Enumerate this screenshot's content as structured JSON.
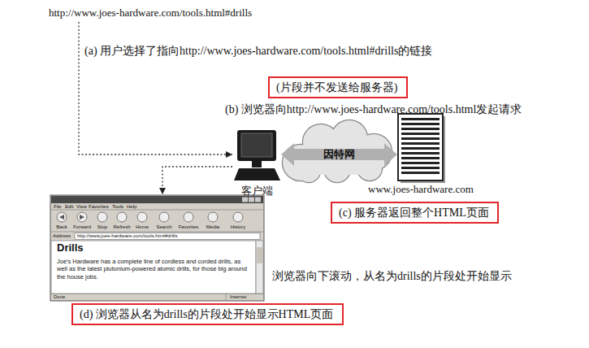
{
  "diagram": {
    "nodes": [
      {
        "text": [
          "(片段并不发送给服务器)"
        ]
      },
      {
        "text": [
          "客户端"
        ]
      },
      {
        "text": [
          "www.joes-hardware.com"
        ]
      },
      {
        "text": [
          "(c) 服务器返回整个HTML页面"
        ]
      },
      {
        "text": [
          "Drills",
          "Joe's Hardware has a complete line of cordless and corded drills, as well as the latest plutonium-powered atomic drills, for those big around the house jobs."
        ]
      },
      {
        "text": [
          "(d) 浏览器从名为drills的片段处开始显示HTML页面"
        ]
      }
    ],
    "edges": [
      {
        "from": 1,
        "to": 2,
        "arrow": "both",
        "label": "因特网"
      },
      {
        "from": 1,
        "to": 4,
        "arrow": "to"
      }
    ],
    "labels": [
      "http://www.joes-hardware.com/tools.html#drills",
      "(a) 用户选择了指向http://www.joes-hardware.com/tools.html#drills的链接",
      "(b) 浏览器向http://www.joes-hardware.com/tools.html发起请求",
      "File",
      "Edit",
      "View",
      "Favorites",
      "Tools",
      "Help",
      "Back",
      "Forward",
      "Stop",
      "Refresh",
      "Home",
      "Search",
      "Favorites",
      "Media",
      "History",
      "Address",
      "http://www.joes-hardware.com/tools.html#drills",
      "Done",
      "Internet",
      "浏览器向下滚动，从名为drills的片段处开始显示"
    ]
  }
}
